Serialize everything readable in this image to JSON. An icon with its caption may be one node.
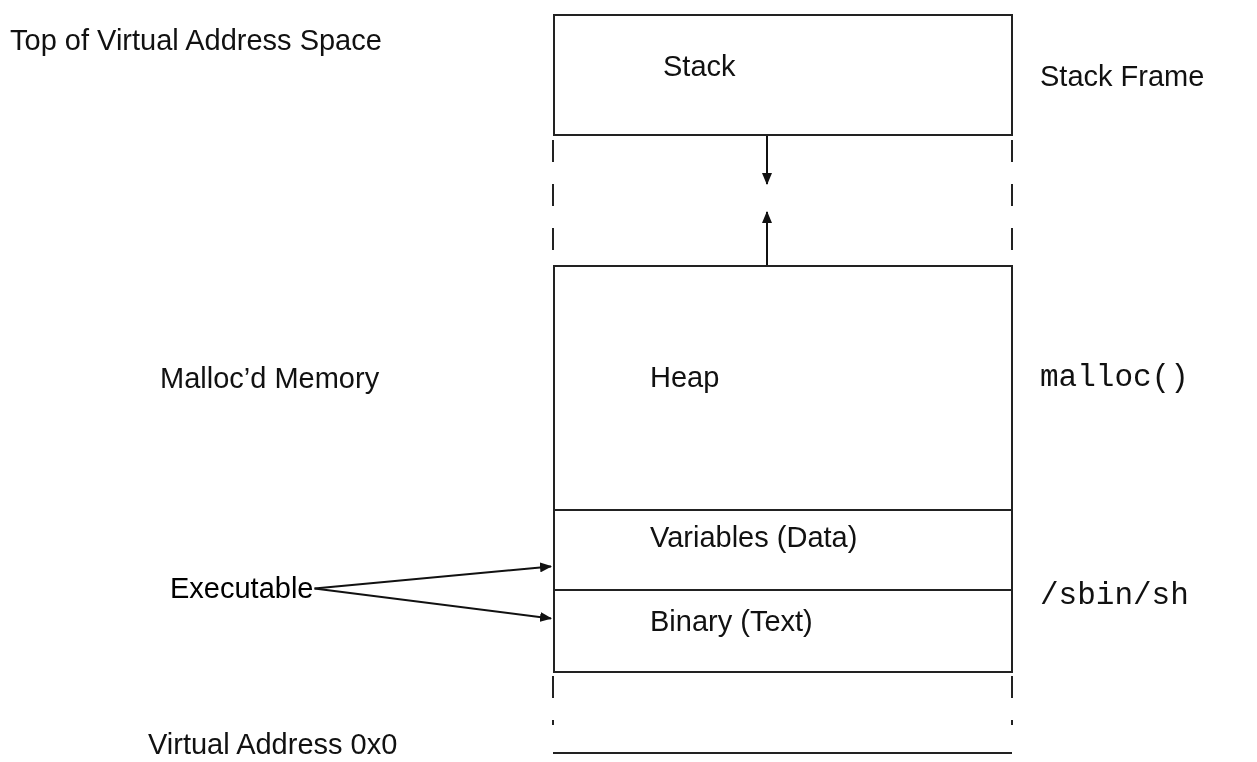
{
  "diagram": {
    "nodes": [
      {
        "text": [
          "Stack"
        ]
      },
      {
        "text": [
          "Heap"
        ]
      },
      {
        "text": [
          "Variables (Data)"
        ]
      },
      {
        "text": [
          "Binary (Text)"
        ]
      },
      {
        "text": [
          "Executable"
        ]
      }
    ],
    "edges": [
      {
        "from": 4,
        "to": 2,
        "arrow": "to"
      },
      {
        "from": 4,
        "to": 3,
        "arrow": "to"
      }
    ],
    "labels": [
      "Top of Virtual Address Space",
      "Stack Frame",
      "Malloc’d Memory",
      "malloc()",
      "/sbin/sh",
      "Virtual Address 0x0"
    ]
  }
}
